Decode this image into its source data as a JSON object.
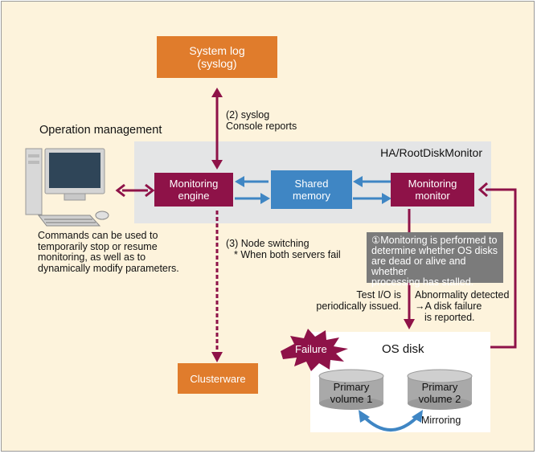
{
  "system_log": {
    "line1": "System log",
    "line2": "(syslog)"
  },
  "operation_management": "Operation management",
  "syslog_label": {
    "line1": "(2) syslog",
    "line2": "Console reports"
  },
  "ha_title": "HA/RootDiskMonitor",
  "monitoring_engine": {
    "line1": "Monitoring",
    "line2": "engine"
  },
  "shared_memory": {
    "line1": "Shared",
    "line2": "memory"
  },
  "monitoring_monitor": {
    "line1": "Monitoring",
    "line2": "monitor"
  },
  "commands_text": [
    "Commands can be used to",
    "temporarily stop or resume",
    "monitoring, as well as to",
    "dynamically modify parameters."
  ],
  "node_switching": {
    "line1": "(3) Node switching",
    "line2": "* When both servers fail"
  },
  "note": [
    "①Monitoring is performed to",
    "determine whether OS disks",
    "are dead or alive and whether",
    "processing has stalled."
  ],
  "test_io": {
    "line1": "Test I/O is",
    "line2": "periodically issued."
  },
  "abnormality": {
    "line1": "Abnormality detected",
    "line2": "→A disk failure",
    "line3": "is reported."
  },
  "failure": "Failure",
  "os_disk": "OS disk",
  "clusterware": "Clusterware",
  "primary1": {
    "line1": "Primary",
    "line2": "volume 1"
  },
  "primary2": {
    "line1": "Primary",
    "line2": "volume 2"
  },
  "mirroring": "Mirroring",
  "colors": {
    "orange": "#e07c2c",
    "maroon": "#8e1248",
    "blue": "#3f86c4",
    "note": "#7b7b7b",
    "background": "#fdf3dc"
  }
}
